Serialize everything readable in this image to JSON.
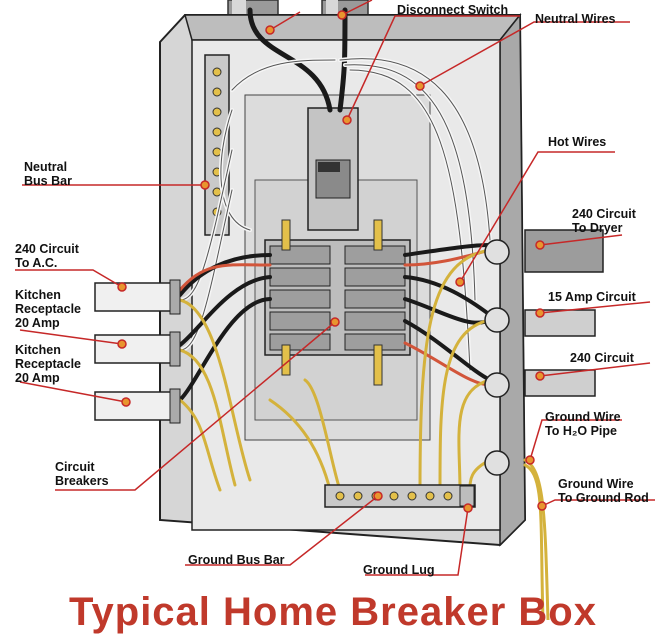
{
  "title": "Typical Home Breaker Box",
  "labels": {
    "disconnect_switch": "Disconnect Switch",
    "neutral_wires": "Neutral Wires",
    "neutral_bus_bar_1": "Neutral",
    "neutral_bus_bar_2": "Bus Bar",
    "hot_wires": "Hot Wires",
    "circuit_240_ac_1": "240 Circuit",
    "circuit_240_ac_2": "To A.C.",
    "kitchen_1_line1": "Kitchen",
    "kitchen_1_line2": "Receptacle",
    "kitchen_1_line3": "20 Amp",
    "kitchen_2_line1": "Kitchen",
    "kitchen_2_line2": "Receptacle",
    "kitchen_2_line3": "20 Amp",
    "circuit_240_dryer_1": "240 Circuit",
    "circuit_240_dryer_2": "To Dryer",
    "amp_15_circuit": "15 Amp Circuit",
    "circuit_240": "240 Circuit",
    "ground_wire_pipe_1": "Ground Wire",
    "ground_wire_pipe_2": "To H₂O Pipe",
    "ground_wire_rod_1": "Ground Wire",
    "ground_wire_rod_2": "To Ground Rod",
    "circuit_breakers_1": "Circuit",
    "circuit_breakers_2": "Breakers",
    "ground_bus_bar": "Ground Bus Bar",
    "ground_lug": "Ground Lug"
  },
  "colors": {
    "leader": "#c62828",
    "title": "#c0392b",
    "panel": "#cfcfcf",
    "panel_inner": "#ececec",
    "wire_yellow": "#d4b23c",
    "wire_black": "#1a1a1a",
    "wire_white": "#f6f6f6",
    "wire_red": "#d2553a"
  }
}
